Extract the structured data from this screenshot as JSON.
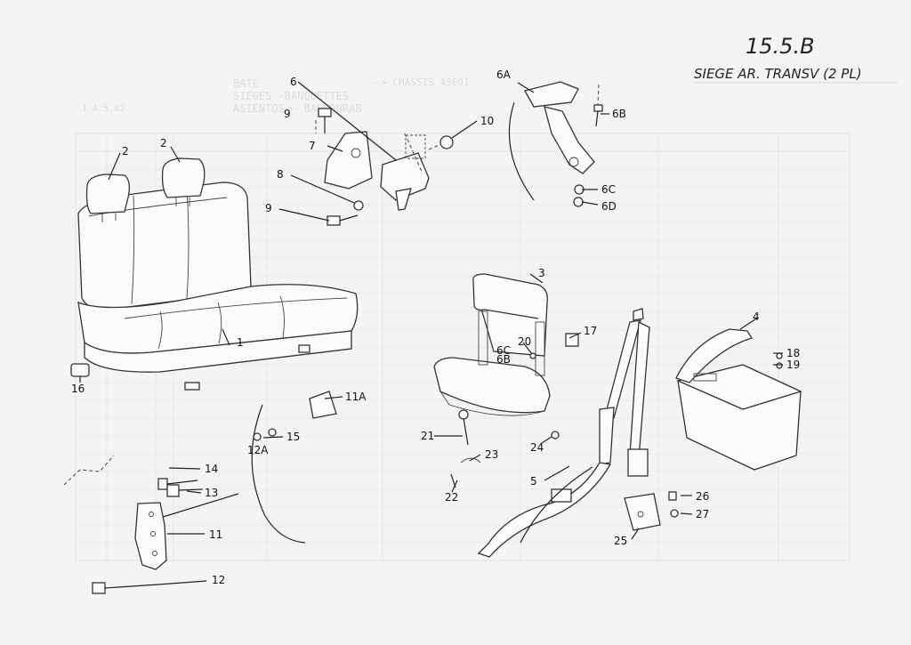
{
  "header": {
    "code": "15.5.B",
    "title": "SIEGE AR. TRANSV (2 PL)"
  },
  "callouts": [
    {
      "id": "c1",
      "label": "1"
    },
    {
      "id": "c2a",
      "label": "2"
    },
    {
      "id": "c2b",
      "label": "2"
    },
    {
      "id": "c3",
      "label": "3"
    },
    {
      "id": "c4",
      "label": "4"
    },
    {
      "id": "c5",
      "label": "5"
    },
    {
      "id": "c6",
      "label": "6"
    },
    {
      "id": "c6a",
      "label": "6A"
    },
    {
      "id": "c6b",
      "label": "6B"
    },
    {
      "id": "c6bs",
      "label": "6B"
    },
    {
      "id": "c6c",
      "label": "6C"
    },
    {
      "id": "c6cs",
      "label": "6C"
    },
    {
      "id": "c6d",
      "label": "6D"
    },
    {
      "id": "c7",
      "label": "7"
    },
    {
      "id": "c8",
      "label": "8"
    },
    {
      "id": "c9a",
      "label": "9"
    },
    {
      "id": "c9b",
      "label": "9"
    },
    {
      "id": "c10",
      "label": "10"
    },
    {
      "id": "c11",
      "label": "11"
    },
    {
      "id": "c11a",
      "label": "11A"
    },
    {
      "id": "c12",
      "label": "12"
    },
    {
      "id": "c12a",
      "label": "12A"
    },
    {
      "id": "c13",
      "label": "13"
    },
    {
      "id": "c14",
      "label": "14"
    },
    {
      "id": "c15",
      "label": "15"
    },
    {
      "id": "c16",
      "label": "16"
    },
    {
      "id": "c17",
      "label": "17"
    },
    {
      "id": "c18",
      "label": "18"
    },
    {
      "id": "c19",
      "label": "19"
    },
    {
      "id": "c20",
      "label": "20"
    },
    {
      "id": "c21",
      "label": "21"
    },
    {
      "id": "c22",
      "label": "22"
    },
    {
      "id": "c23",
      "label": "23"
    },
    {
      "id": "c24",
      "label": "24"
    },
    {
      "id": "c25",
      "label": "25"
    },
    {
      "id": "c26",
      "label": "26"
    },
    {
      "id": "c27",
      "label": "27"
    }
  ],
  "background_text": {
    "line1": "BATE",
    "line2": "SIEGES -BANQUETTES",
    "line3": "ASIENTOS - BANKDURAB",
    "line4": "--> CHASSIS 45001",
    "ref": "1-A.5.82"
  }
}
